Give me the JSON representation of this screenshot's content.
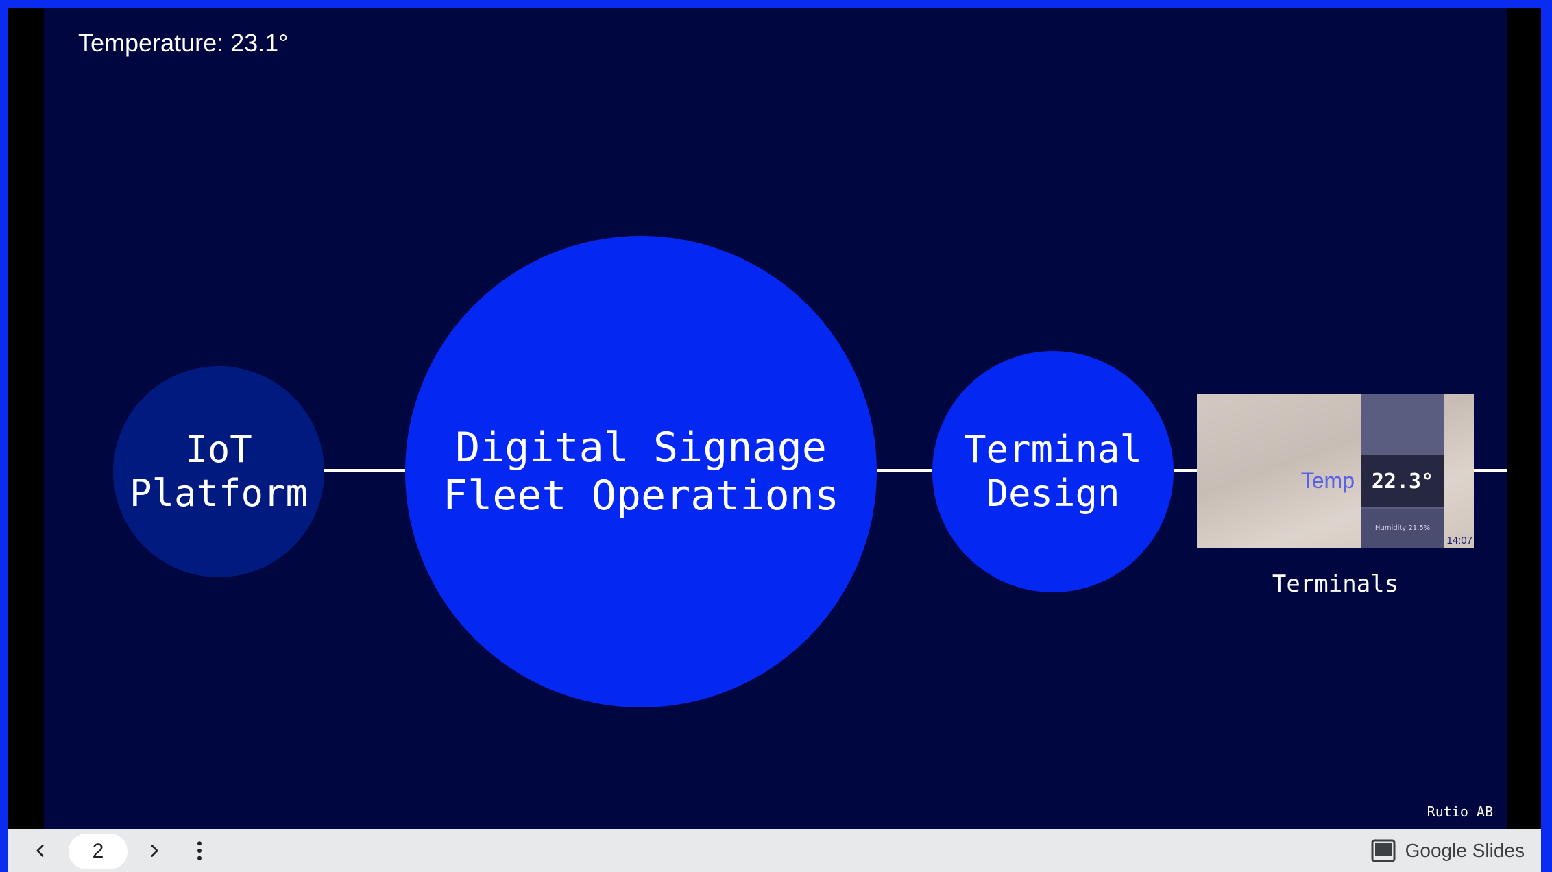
{
  "slide": {
    "temperature_readout": "Temperature: 23.1°",
    "circles": {
      "iot": "IoT\nPlatform",
      "dsfo": "Digital Signage\nFleet Operations",
      "terminal": "Terminal\nDesign"
    },
    "thumbnail": {
      "temp_label": "Temp",
      "temp_value": "22.3°",
      "humidity": "Humidity 21.5%",
      "time": "14:07"
    },
    "terminals_caption": "Terminals",
    "company": "Rutio AB"
  },
  "toolbar": {
    "page_number": "2",
    "brand": "Google Slides",
    "icons": [
      "chevron-left-icon",
      "chevron-right-icon",
      "more-vert-icon",
      "slides-icon"
    ]
  },
  "colors": {
    "frame_border": "#0a2cf0",
    "slide_bg": "#000640",
    "circle_dark": "#001a80",
    "circle_bright": "#0527f2",
    "toolbar_bg": "#e8e9ea"
  }
}
